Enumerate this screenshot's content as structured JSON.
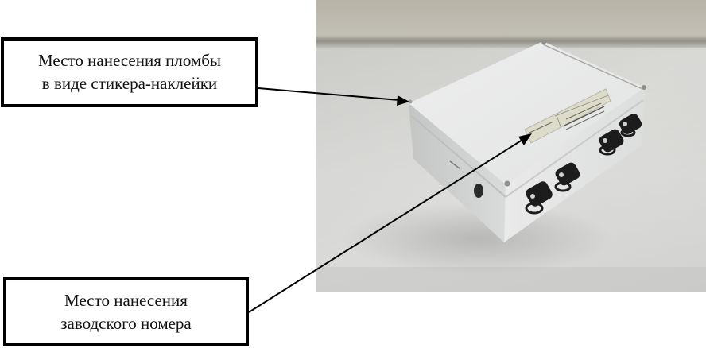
{
  "callouts": [
    {
      "id": "seal",
      "lines": [
        "Место нанесения пломбы",
        "в виде стикера-наклейки"
      ]
    },
    {
      "id": "serial",
      "lines": [
        "Место нанесения",
        "заводского номера"
      ]
    }
  ],
  "photo": {
    "subject": "white plastic enclosure with four black sealed connectors",
    "label_text_legible": false
  },
  "colors": {
    "border": "#000000",
    "text": "#111111",
    "background_wall": "#b9b6ad",
    "table_surface": "#d9d9d6",
    "device_body": "#e9eaea",
    "connector": "#1a1a1a",
    "label": "#dcdccb"
  }
}
